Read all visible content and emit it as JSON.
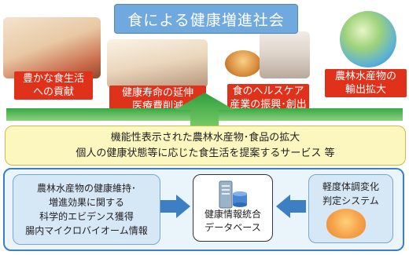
{
  "title": "食による健康増進社会",
  "benefits": [
    {
      "lines": [
        "豊かな食生活",
        "への貢献"
      ]
    },
    {
      "lines": [
        "健康寿命の延伸",
        "医療費削減"
      ]
    },
    {
      "lines": [
        "食のヘルスケア",
        "産業の振興･創出"
      ]
    },
    {
      "lines": [
        "農林水産物の",
        "輸出拡大"
      ]
    }
  ],
  "middle": {
    "lines": [
      "機能性表示された農林水産物･食品の拡大",
      "個人の健康状態等に応じた食生活を提案するサービス 等"
    ]
  },
  "bottom": {
    "left": {
      "lines": [
        "農林水産物の健康維持･",
        "増進効果に関する",
        "科学的エビデンス獲得",
        "腸内マイクロバイオーム情報"
      ]
    },
    "center": {
      "lines": [
        "健康情報統合",
        "データベース"
      ]
    },
    "right": {
      "lines": [
        "軽度体調変化",
        "判定システム"
      ]
    }
  },
  "colors": {
    "title_bg": "#6fa9dd",
    "label_red": "#e0321b",
    "arrow_green": "#35a843",
    "middle_bg": "#fbf7bf",
    "panel_border": "#3c7fc2",
    "subbox_bg": "#d6e7f6"
  },
  "icons": [
    "database-server-icon",
    "brain-scan-icon",
    "up-arrow-icon"
  ]
}
